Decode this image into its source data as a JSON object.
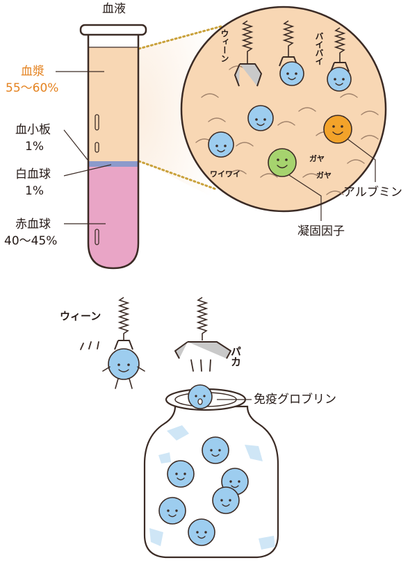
{
  "title": "血液",
  "tube_labels": {
    "plasma_name": "血漿",
    "plasma_pct": "55〜60%",
    "platelet_name": "血小板",
    "platelet_pct": "1%",
    "wbc_name": "白血球",
    "wbc_pct": "1%",
    "rbc_name": "赤血球",
    "rbc_pct": "40〜45%"
  },
  "zoom_labels": {
    "albumin": "アルブミン",
    "clotting": "凝固因子",
    "globulin": "免疫グロブリン"
  },
  "sfx": {
    "wiin_top": "ウィーン",
    "baibai": "バイバイ",
    "waiwai": "ワイワイ",
    "gaya1": "ガヤ",
    "gaya2": "ガヤ",
    "wiin_bottom": "ウィーン",
    "paka": "パカ"
  },
  "colors": {
    "plasma": "#f8d7b4",
    "red_cells": "#e9a5c6",
    "buffy": "#7e8fc4",
    "accent_orange": "#e4821f",
    "globulin_blue": "#9dcdef",
    "albumin_orange": "#f3a32a",
    "clotting_green": "#a6d36e"
  }
}
